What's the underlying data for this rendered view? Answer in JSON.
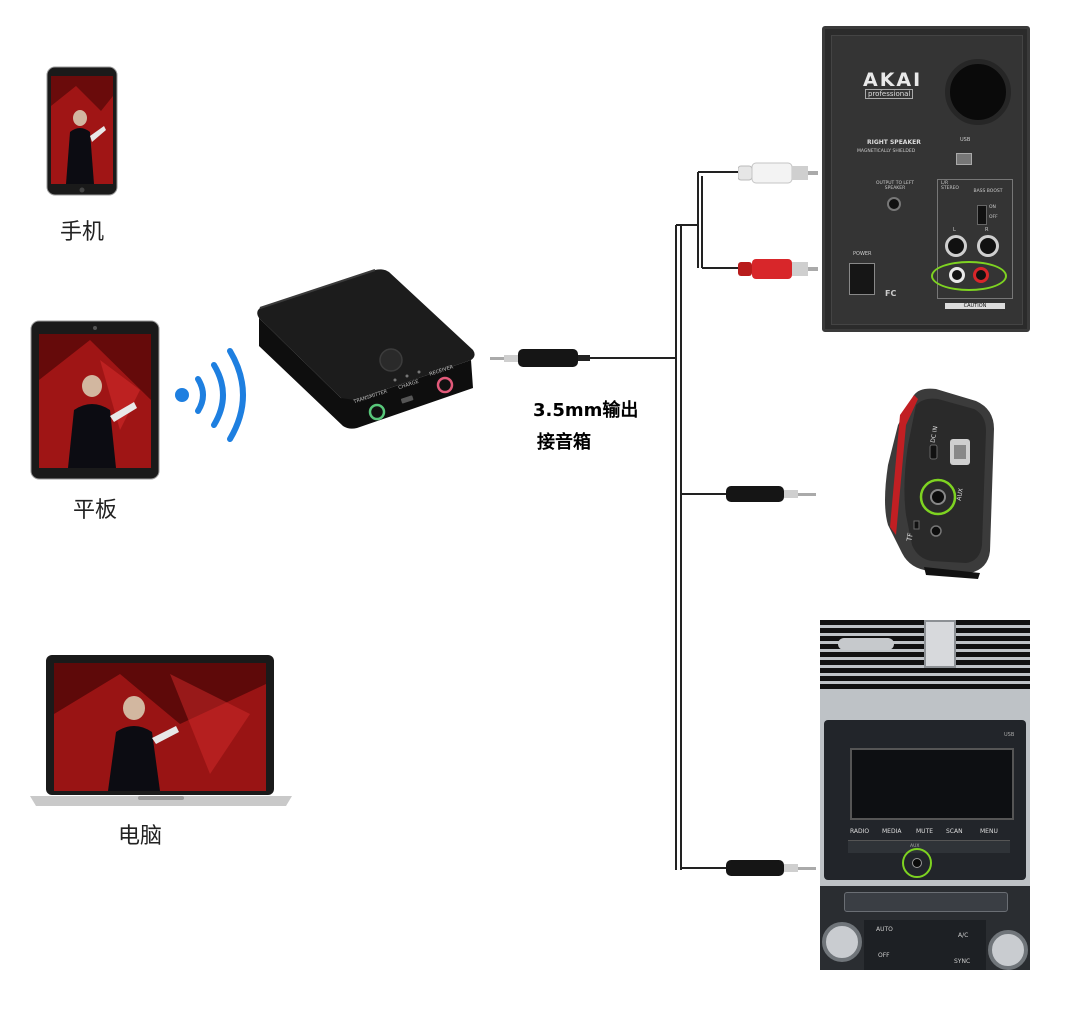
{
  "devices": {
    "phone": {
      "label": "手机",
      "icon": "smartphone-icon"
    },
    "tablet": {
      "label": "平板",
      "icon": "tablet-icon"
    },
    "laptop": {
      "label": "电脑",
      "icon": "laptop-icon"
    }
  },
  "wireless_icon": "bluetooth-signal-icon",
  "hub": {
    "ports": [
      "TRANSMITTER",
      "CHARGE",
      "RECEIVER"
    ]
  },
  "output_caption": {
    "line1": "3.5mm输出",
    "line2": "接音箱"
  },
  "speaker": {
    "brand": "AKAI",
    "brand_sub": "professional",
    "title": "RIGHT SPEAKER",
    "subtitle": "MAGNETICALLY SHIELDED",
    "output_label": "OUTPUT TO LEFT SPEAKER",
    "power_label": "POWER",
    "usb_label": "USB",
    "mode_label": "L/R STEREO",
    "bass_label": "BASS BOOST",
    "bass_on": "ON",
    "bass_off": "OFF",
    "jack_l": "L",
    "jack_r": "R",
    "caution_label": "CAUTION"
  },
  "portable_speaker": {
    "dc_label": "DC IN",
    "aux_label": "AUX",
    "tf_label": "TF"
  },
  "car_radio": {
    "buttons": [
      "RADIO",
      "MEDIA",
      "MUTE",
      "SCAN",
      "MENU"
    ],
    "aux_label": "AUX",
    "usb_label": "USB",
    "auto_label": "AUTO",
    "ac_label": "A/C",
    "off_label": "OFF",
    "sync_label": "SYNC"
  },
  "colors": {
    "highlight": "#7ed321",
    "signal": "#1e7fe0",
    "jack_red": "#d8262a",
    "cable": "#222222"
  }
}
